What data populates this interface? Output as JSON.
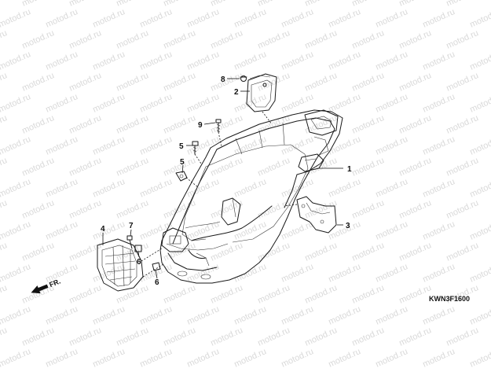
{
  "watermark": {
    "text": "motod.ru"
  },
  "callouts": [
    {
      "id": "1",
      "label": "1"
    },
    {
      "id": "2",
      "label": "2"
    },
    {
      "id": "3",
      "label": "3"
    },
    {
      "id": "4",
      "label": "4"
    },
    {
      "id": "5a",
      "label": "5"
    },
    {
      "id": "5b",
      "label": "5"
    },
    {
      "id": "6a",
      "label": "6"
    },
    {
      "id": "6b",
      "label": "6"
    },
    {
      "id": "7",
      "label": "7"
    },
    {
      "id": "8",
      "label": "8"
    },
    {
      "id": "9",
      "label": "9"
    }
  ],
  "direction": {
    "label": "FR."
  },
  "diagram_code": "KWN3F1600"
}
